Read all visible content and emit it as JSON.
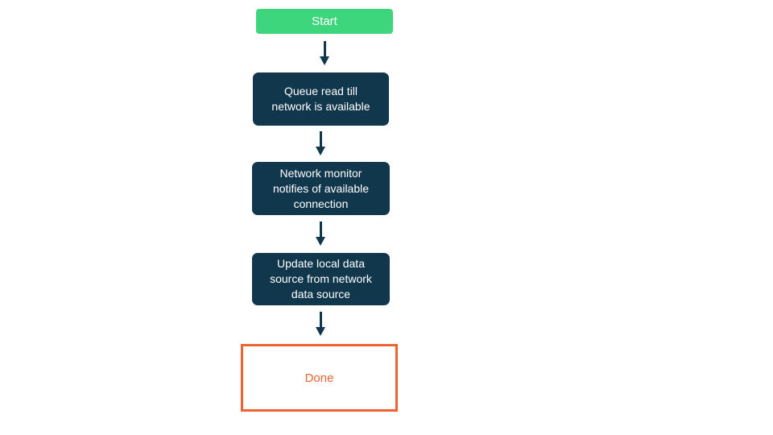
{
  "diagram": {
    "type": "flowchart",
    "direction": "top-down",
    "colors": {
      "background": "#FFFFFF",
      "start_node_fill": "#3ED67D",
      "process_node_fill": "#11374D",
      "node_text": "#FFFFFF",
      "terminal_border": "#EE6332",
      "terminal_text": "#EE6332",
      "arrow": "#11374D"
    },
    "nodes": [
      {
        "id": "start",
        "type": "start",
        "label": "Start",
        "lines": [
          "Start"
        ]
      },
      {
        "id": "queue-read",
        "type": "process",
        "label": "Queue read till network is available",
        "lines": [
          "Queue read till",
          "network is available"
        ]
      },
      {
        "id": "network-monitor",
        "type": "process",
        "label": "Network monitor notifies of available connection",
        "lines": [
          "Network monitor",
          "notifies of available",
          "connection"
        ]
      },
      {
        "id": "update-local",
        "type": "process",
        "label": "Update local data source from network data source",
        "lines": [
          "Update local data",
          "source from network",
          "data source"
        ]
      },
      {
        "id": "done",
        "type": "terminal",
        "label": "Done",
        "lines": [
          "Done"
        ]
      }
    ],
    "edges": [
      {
        "from": "start",
        "to": "queue-read"
      },
      {
        "from": "queue-read",
        "to": "network-monitor"
      },
      {
        "from": "network-monitor",
        "to": "update-local"
      },
      {
        "from": "update-local",
        "to": "done"
      }
    ]
  }
}
